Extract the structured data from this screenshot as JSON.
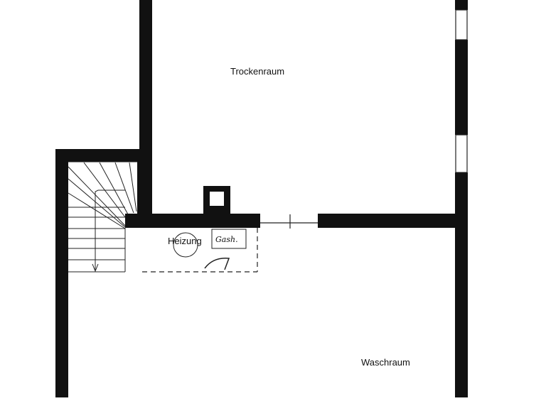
{
  "rooms": {
    "trockenraum": "Trockenraum",
    "heizung": "Heizung",
    "waschraum": "Waschraum"
  },
  "annotations": {
    "gas_note": "Gash."
  },
  "colors": {
    "wall": "#111111",
    "line": "#222222",
    "background": "#ffffff"
  }
}
